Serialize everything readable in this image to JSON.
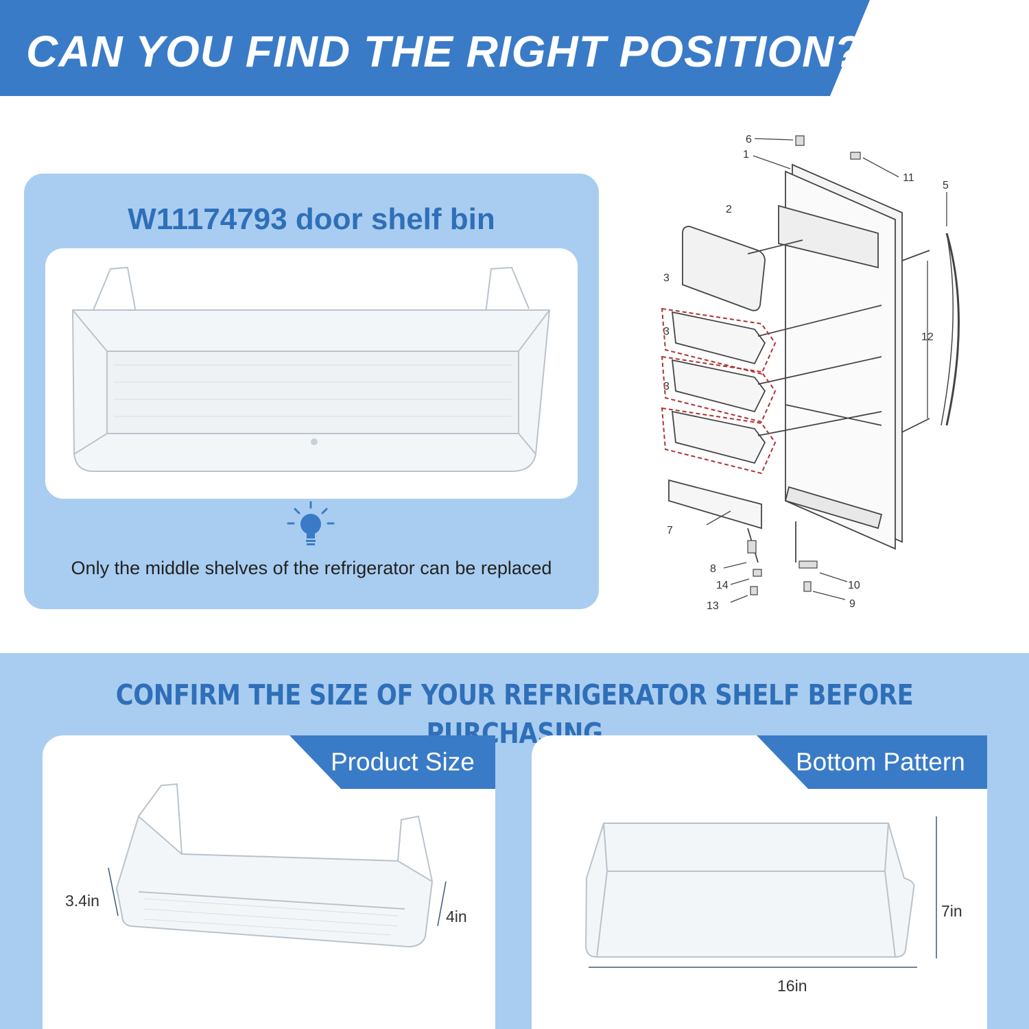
{
  "header": {
    "title": "CAN YOU FIND THE RIGHT POSITION?"
  },
  "product_panel": {
    "title": "W11174793  door shelf bin",
    "tip": "Only the middle shelves of the refrigerator can be replaced"
  },
  "parts_diagram": {
    "callouts": [
      "1",
      "2",
      "3",
      "3",
      "3",
      "5",
      "6",
      "7",
      "8",
      "9",
      "10",
      "11",
      "12",
      "13",
      "14"
    ]
  },
  "size_section": {
    "title": "CONFIRM THE SIZE OF YOUR REFRIGERATOR SHELF BEFORE PURCHASING",
    "product_size": {
      "label": "Product Size",
      "height_left": "3.4in",
      "height_right": "4in"
    },
    "bottom_pattern": {
      "label": "Bottom Pattern",
      "depth": "7in",
      "width": "16in"
    }
  },
  "colors": {
    "brand_blue": "#3a7bc8",
    "title_blue": "#2f6fb9",
    "panel_light_blue": "#a9cdf0",
    "dashed_highlight": "#b03030"
  }
}
